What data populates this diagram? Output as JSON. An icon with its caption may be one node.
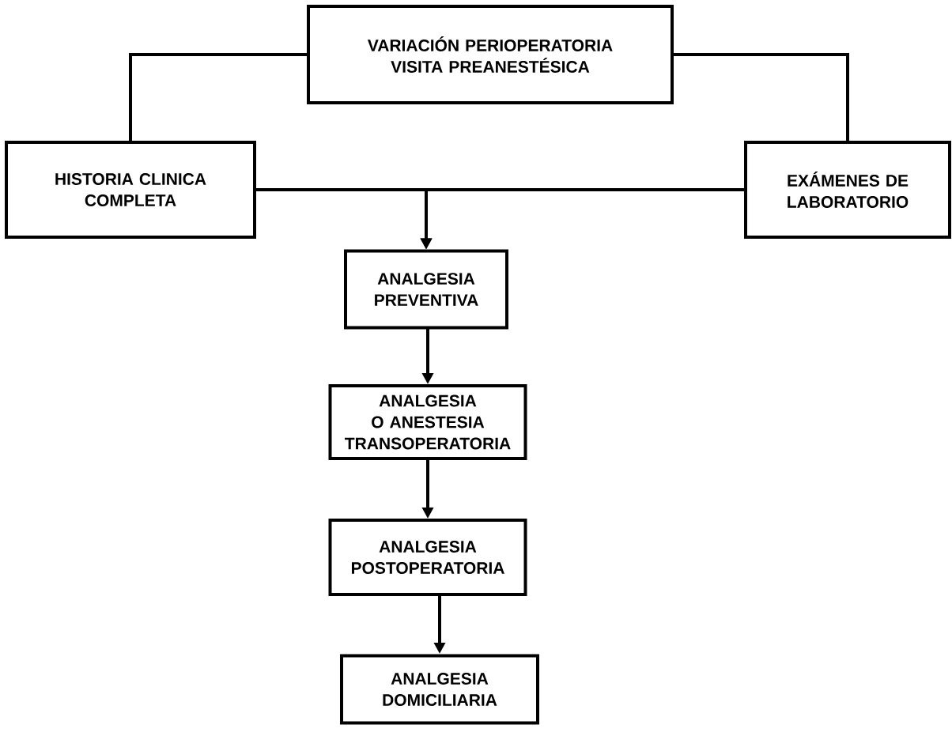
{
  "diagram": {
    "nodes": [
      {
        "text": [
          "VARIACIÓN PERIOPERATORIA VISITA PREANESTÉSICA"
        ]
      },
      {
        "text": [
          "HISTORIA CLINICA COMPLETA"
        ]
      },
      {
        "text": [
          "EXÁMENES DE LABORATORIO"
        ]
      },
      {
        "text": [
          "ANALGESIA PREVENTIVA"
        ]
      },
      {
        "text": [
          "ANALGESIA O ANESTESIA TRANSOPERATORIA"
        ]
      },
      {
        "text": [
          "ANALGESIA POSTOPERATORIA"
        ]
      },
      {
        "text": [
          "ANALGESIA DOMICILIARIA"
        ]
      }
    ],
    "edges": [
      {
        "from": 0,
        "to": 1,
        "arrow": "none"
      },
      {
        "from": 0,
        "to": 2,
        "arrow": "none"
      },
      {
        "from": 1,
        "to": 3,
        "arrow": "to"
      },
      {
        "from": 2,
        "to": 3,
        "arrow": "to"
      },
      {
        "from": 3,
        "to": 4,
        "arrow": "to"
      },
      {
        "from": 4,
        "to": 5,
        "arrow": "to"
      },
      {
        "from": 5,
        "to": 6,
        "arrow": "to"
      }
    ]
  }
}
